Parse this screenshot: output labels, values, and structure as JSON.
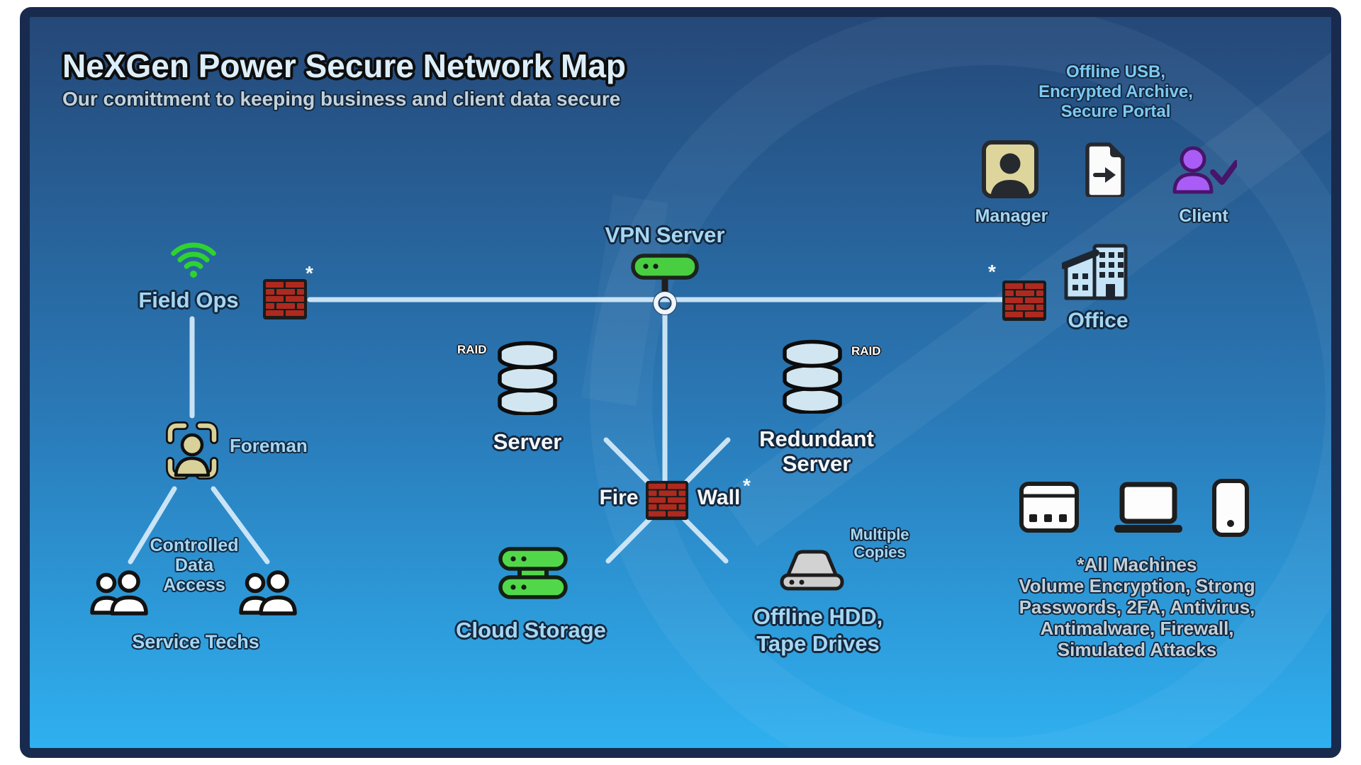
{
  "header": {
    "title": "NeXGen Power Secure Network Map",
    "subtitle": "Our comittment to keeping business and client data secure"
  },
  "top_right": {
    "caption_lines": [
      "Offline USB,",
      "Encrypted Archive,",
      "Secure Portal"
    ],
    "manager_label": "Manager",
    "client_label": "Client",
    "office_label": "Office",
    "office_firewall_asterisk": "*"
  },
  "field_ops": {
    "label": "Field Ops",
    "firewall_asterisk": "*"
  },
  "vpn": {
    "label": "VPN Server"
  },
  "crew": {
    "foreman_label": "Foreman",
    "controlled_lines": [
      "Controlled",
      "Data",
      "Access"
    ],
    "service_techs_label": "Service Techs"
  },
  "servers": {
    "server_label": "Server",
    "server_raid": "RAID",
    "redundant_raid": "RAID",
    "redundant_lines": [
      "Redundant",
      "Server"
    ]
  },
  "center_firewall": {
    "fire": "Fire",
    "wall": "Wall",
    "asterisk": "*"
  },
  "storage": {
    "cloud_label": "Cloud Storage",
    "copies_lines": [
      "Multiple",
      "Copies"
    ],
    "offline_lines": [
      "Offline HDD,",
      "Tape Drives"
    ]
  },
  "machines_note": {
    "lines": [
      "*All Machines",
      "Volume Encryption, Strong",
      "Passwords, 2FA, Antivirus,",
      "Antimalware, Firewall,",
      "Simulated Attacks"
    ]
  },
  "colors": {
    "bg_top": "#254878",
    "bg_bottom": "#2fb0f0",
    "border": "#182b4e",
    "wire": "#d5ebfa",
    "brick_red": "#ae2a1f",
    "wifi_green": "#2fd32f",
    "router_green": "#49cd41",
    "db_fill": "#d2e6f1",
    "tan": "#d9d19a",
    "client_purple": "#aa5cf6",
    "label_blue": "#a5d7f3"
  }
}
